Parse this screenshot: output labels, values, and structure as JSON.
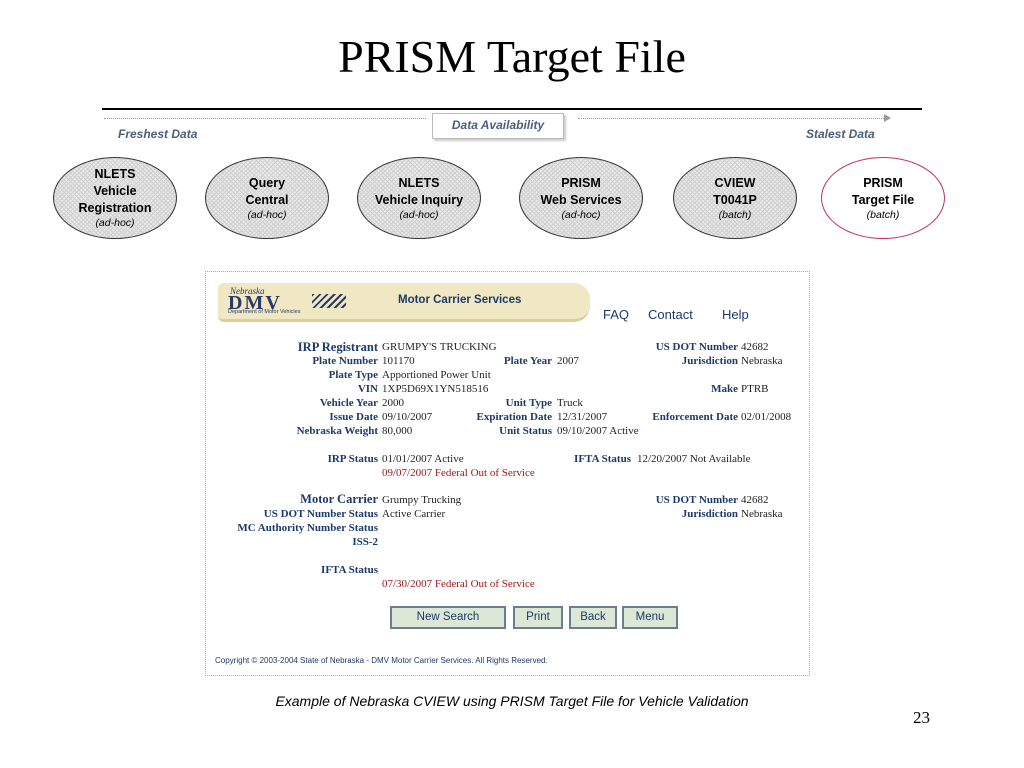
{
  "title": "PRISM Target File",
  "availability": {
    "label": "Data Availability",
    "freshest": "Freshest Data",
    "stalest": "Stalest Data"
  },
  "sources": [
    {
      "name": "NLETS\nVehicle\nRegistration",
      "mode": "(ad-hoc)"
    },
    {
      "name": "Query\nCentral",
      "mode": "(ad-hoc)"
    },
    {
      "name": "NLETS\nVehicle Inquiry",
      "mode": "(ad-hoc)"
    },
    {
      "name": "PRISM\nWeb Services",
      "mode": "(ad-hoc)"
    },
    {
      "name": "CVIEW\nT0041P",
      "mode": "(batch)"
    },
    {
      "name": "PRISM\nTarget File",
      "mode": "(batch)"
    }
  ],
  "dmv": {
    "logo_state": "Nebraska",
    "logo_text": "DMV",
    "logo_dept": "Department of Motor Vehicles",
    "banner_title": "Motor Carrier Services",
    "links": {
      "faq": "FAQ",
      "contact": "Contact",
      "help": "Help"
    }
  },
  "record": {
    "irp_registrant": {
      "label": "IRP Registrant",
      "value": "GRUMPY'S TRUCKING"
    },
    "plate_number": {
      "label": "Plate Number",
      "value": "101170"
    },
    "plate_type": {
      "label": "Plate Type",
      "value": "Apportioned Power Unit"
    },
    "vin": {
      "label": "VIN",
      "value": "1XP5D69X1YN518516"
    },
    "vehicle_year": {
      "label": "Vehicle Year",
      "value": "2000"
    },
    "issue_date": {
      "label": "Issue Date",
      "value": "09/10/2007"
    },
    "nebraska_weight": {
      "label": "Nebraska Weight",
      "value": "80,000"
    },
    "plate_year": {
      "label": "Plate Year",
      "value": "2007"
    },
    "unit_type": {
      "label": "Unit Type",
      "value": "Truck"
    },
    "expiration_date": {
      "label": "Expiration Date",
      "value": "12/31/2007"
    },
    "unit_status": {
      "label": "Unit Status",
      "value": "09/10/2007 Active"
    },
    "us_dot_number": {
      "label": "US DOT Number",
      "value": "42682"
    },
    "jurisdiction": {
      "label": "Jurisdiction",
      "value": "Nebraska"
    },
    "make": {
      "label": "Make",
      "value": "PTRB"
    },
    "enforcement_date": {
      "label": "Enforcement Date",
      "value": "02/01/2008"
    },
    "irp_status": {
      "label": "IRP Status",
      "value": "01/01/2007 Active",
      "alert": "09/07/2007 Federal Out of Service"
    },
    "ifta_status_top": {
      "label": "IFTA Status",
      "value": "12/20/2007 Not Available"
    }
  },
  "carrier": {
    "motor_carrier": {
      "label": "Motor Carrier",
      "value": "Grumpy Trucking"
    },
    "us_dot_number_status": {
      "label": "US DOT Number Status",
      "value": "Active Carrier"
    },
    "mc_authority_number_status": {
      "label": "MC Authority Number Status"
    },
    "iss2": {
      "label": "ISS-2"
    },
    "ifta_status": {
      "label": "IFTA Status",
      "alert": "07/30/2007 Federal Out of Service"
    },
    "us_dot_number": {
      "label": "US DOT Number",
      "value": "42682"
    },
    "jurisdiction": {
      "label": "Jurisdiction",
      "value": "Nebraska"
    }
  },
  "buttons": {
    "new_search": "New Search",
    "print": "Print",
    "back": "Back",
    "menu": "Menu"
  },
  "copyright": "Copyright © 2003-2004 State of Nebraska - DMV Motor Carrier Services. All Rights Reserved.",
  "caption": "Example of Nebraska CVIEW using PRISM Target File for Vehicle Validation",
  "page_number": "23",
  "colors": {
    "label_blue": "#1d3a6b",
    "alert_red": "#a01818",
    "highlight_border": "#c0306a",
    "banner": "#efe8c2"
  }
}
